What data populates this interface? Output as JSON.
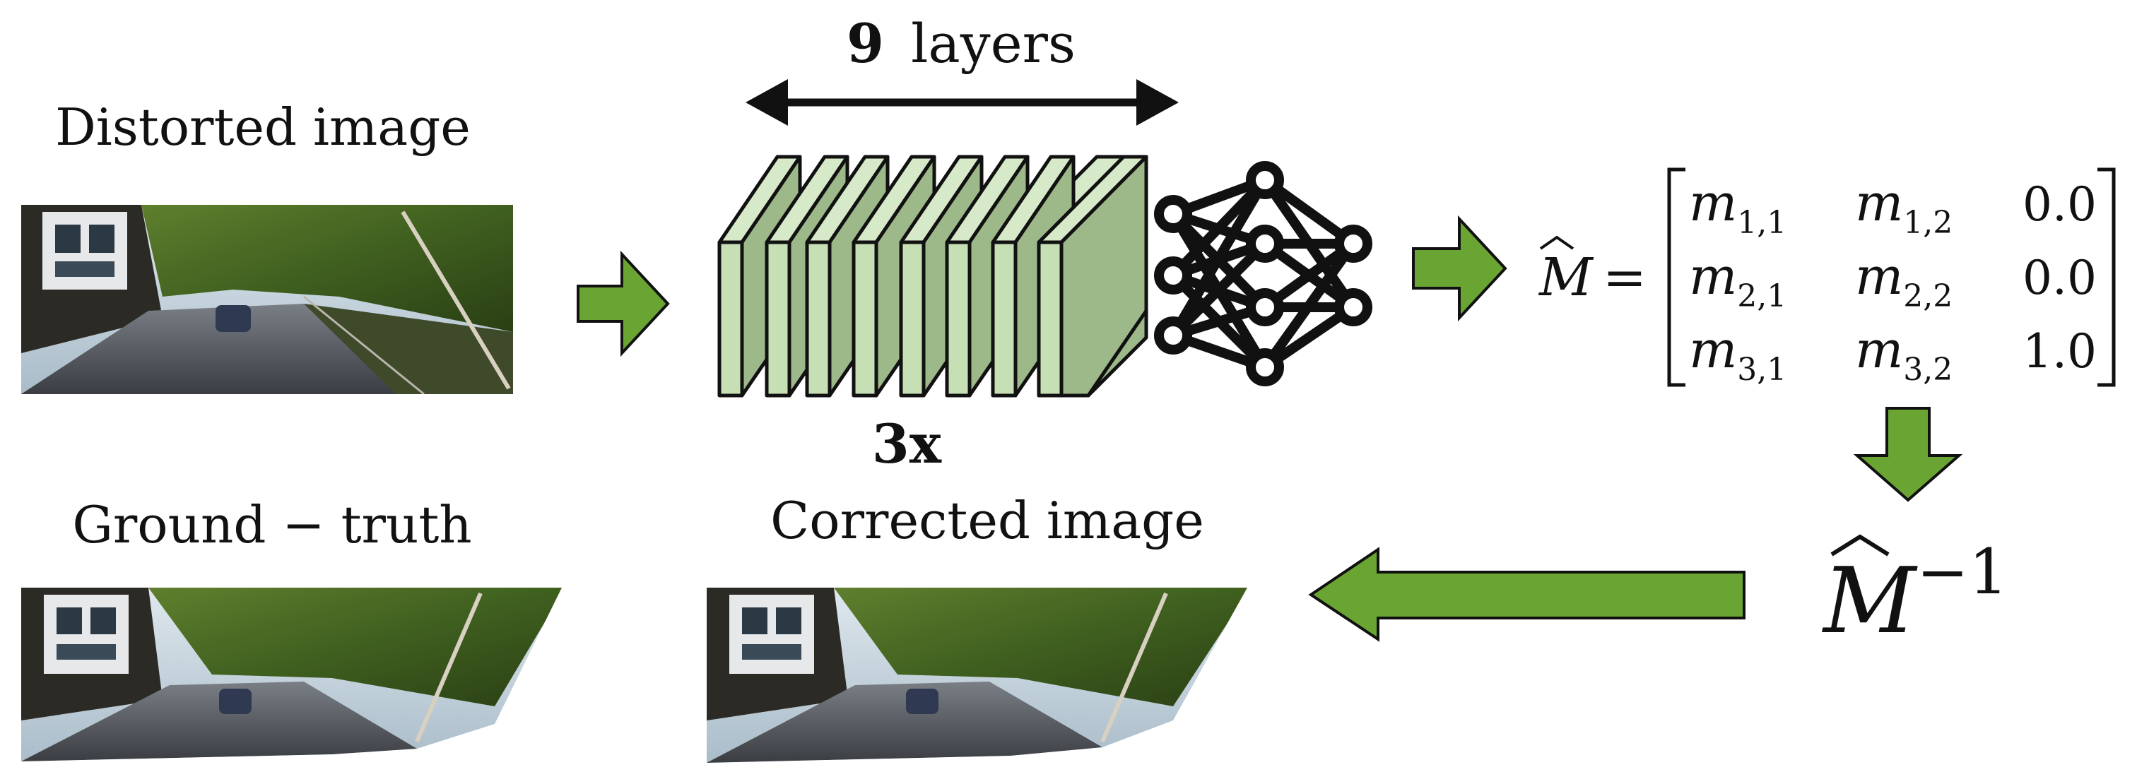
{
  "labels": {
    "distorted": "Distorted image",
    "ground_truth": "Ground − truth",
    "corrected": "Corrected image",
    "layers_count": "9",
    "layers_word": "layers",
    "repeat": "3x"
  },
  "matrix": {
    "lhs": "M",
    "equals": "=",
    "rows": [
      {
        "c1": "m",
        "s1": "1,1",
        "c2": "m",
        "s2": "1,2",
        "c3": "0.0"
      },
      {
        "c1": "m",
        "s1": "2,1",
        "c2": "m",
        "s2": "2,2",
        "c3": "0.0"
      },
      {
        "c1": "m",
        "s1": "3,1",
        "c2": "m",
        "s2": "3,2",
        "c3": "1.0"
      }
    ]
  },
  "inverse": {
    "base": "M",
    "exponent": "−1"
  },
  "colors": {
    "arrow_green": "#6aa533",
    "layer_front": "#c6dfb4",
    "layer_top": "#d6e9c8",
    "layer_back": "#9db98a",
    "stroke": "#111111"
  }
}
